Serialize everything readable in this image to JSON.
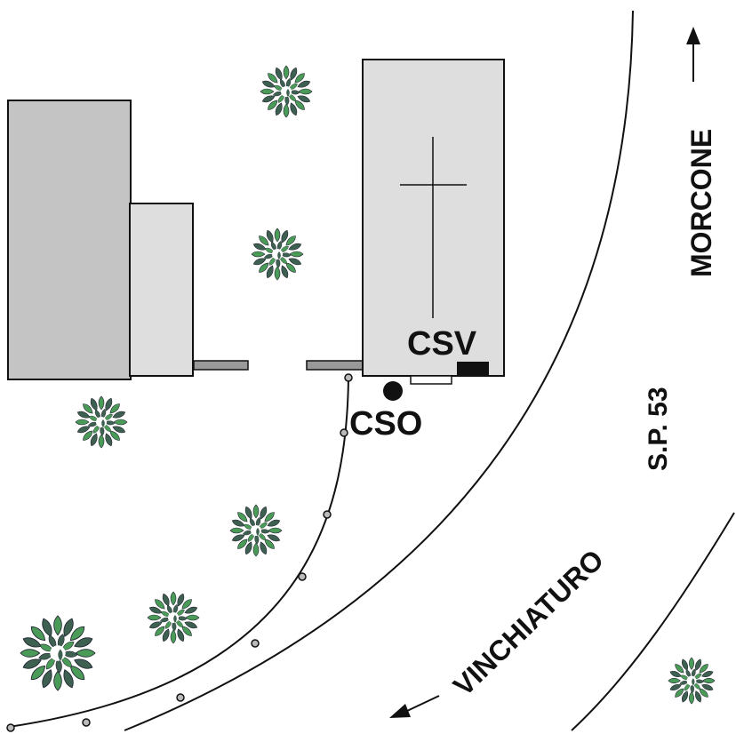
{
  "labels": {
    "csv": "CSV",
    "cso": "CSO",
    "road_name": "S.P. 53",
    "direction_north": "MORCONE",
    "direction_south": "VINCHIATURO"
  },
  "colors": {
    "building_dark": "#c4c4c4",
    "building_light": "#dedede",
    "wall": "#999999",
    "tree_dark": "#3e6050",
    "tree_light": "#4a9a58",
    "line": "#111111",
    "marker_fill": "#bbbbbb"
  },
  "icons": {
    "tree": "tree-icon",
    "cross": "church-cross-icon",
    "station": "station-marker-icon",
    "arrow": "direction-arrow-icon"
  }
}
